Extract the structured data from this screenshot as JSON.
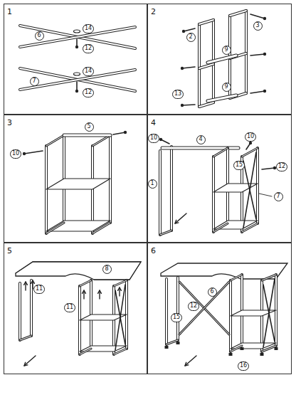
{
  "diagram": {
    "nodes": [
      {
        "text": [
          "1"
        ]
      },
      {
        "text": [
          "2"
        ]
      },
      {
        "text": [
          "3"
        ]
      },
      {
        "text": [
          "4"
        ]
      },
      {
        "text": [
          "5"
        ]
      },
      {
        "text": [
          "6"
        ]
      }
    ],
    "labels": [
      "6",
      "14",
      "12",
      "7",
      "14",
      "12",
      "2",
      "3",
      "9",
      "9",
      "13",
      "5",
      "10",
      "10",
      "4",
      "10",
      "15",
      "12",
      "1",
      "7",
      "8",
      "11",
      "11",
      "6",
      "12",
      "15",
      "16"
    ]
  }
}
